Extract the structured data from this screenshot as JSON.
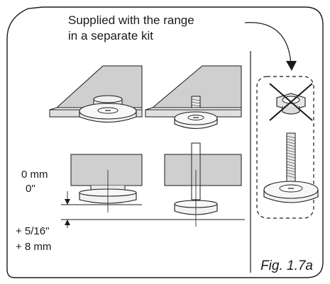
{
  "caption": {
    "line1": "Supplied with the range",
    "line2": "in a separate kit"
  },
  "dimensions": {
    "zero_mm": "0 mm",
    "zero_in": "0\"",
    "plus_in": "+ 5/16\"",
    "plus_mm": "+ 8 mm"
  },
  "figure_label": "Fig. 1.7a",
  "colors": {
    "line": "#1a1a1a",
    "panel_fill": "#cfcfcf",
    "foot_fill": "#f2f2f2",
    "cross": "#1a1a1a"
  }
}
